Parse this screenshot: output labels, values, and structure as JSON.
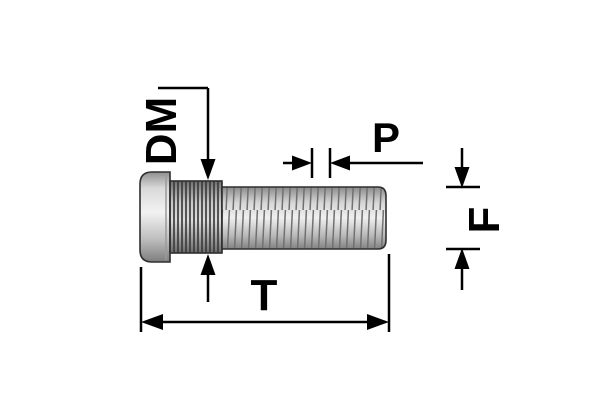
{
  "diagram": {
    "labels": {
      "dm": "DM",
      "p": "P",
      "t": "T",
      "f": "F"
    },
    "colors": {
      "background": "#ffffff",
      "dimension_line": "#000000",
      "bolt_outline": "#2f2f2f",
      "bolt_light": "#efefef",
      "bolt_mid": "#b5b5b5",
      "bolt_dark": "#6f6f6f",
      "knurl_stripe": "#3d3d3d",
      "thread_line": "#707070"
    }
  }
}
